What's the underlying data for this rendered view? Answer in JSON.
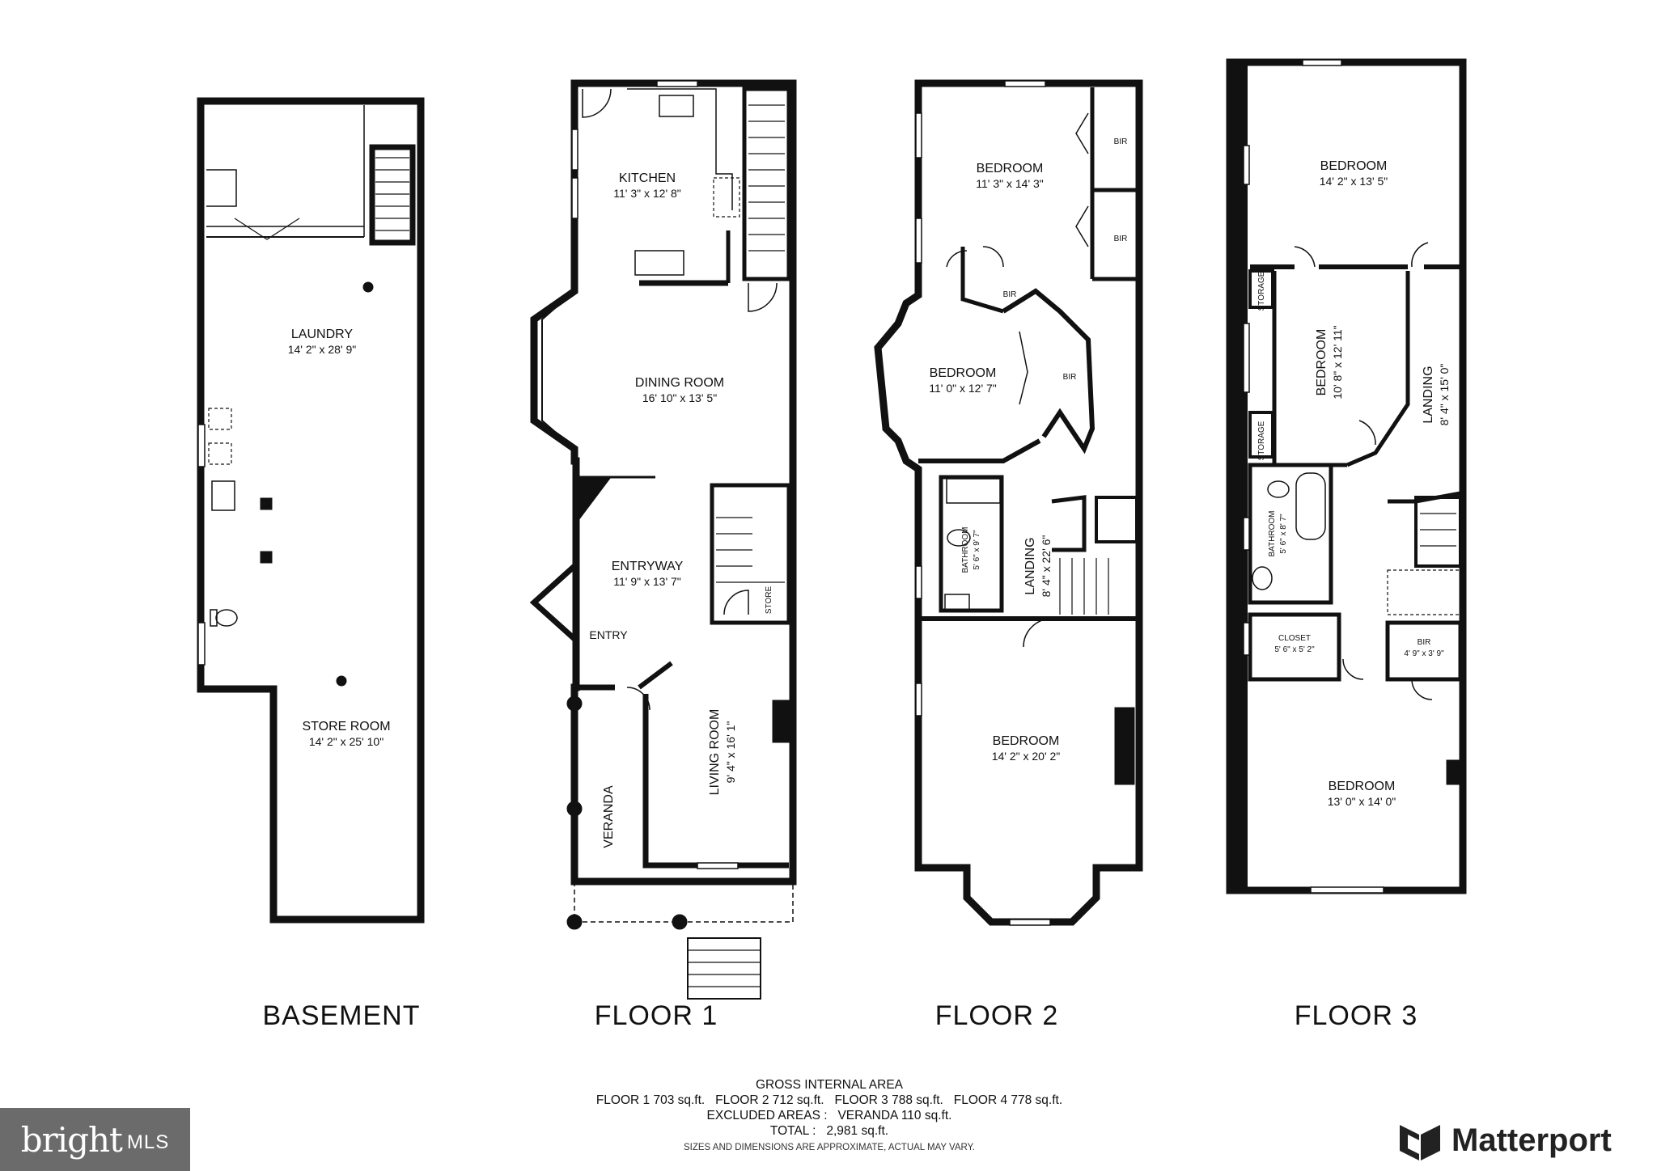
{
  "floors": [
    {
      "label": "BASEMENT"
    },
    {
      "label": "FLOOR 1"
    },
    {
      "label": "FLOOR 2"
    },
    {
      "label": "FLOOR 3"
    }
  ],
  "rooms": {
    "basement": {
      "laundry": {
        "name": "LAUNDRY",
        "dims": "14' 2\" x 28' 9\""
      },
      "store_room": {
        "name": "STORE ROOM",
        "dims": "14' 2\" x 25' 10\""
      }
    },
    "floor1": {
      "kitchen": {
        "name": "KITCHEN",
        "dims": "11' 3\" x 12' 8\""
      },
      "dining_room": {
        "name": "DINING ROOM",
        "dims": "16' 10\" x 13' 5\""
      },
      "entryway": {
        "name": "ENTRYWAY",
        "dims": "11' 9\" x 13' 7\""
      },
      "entry": {
        "name": "ENTRY"
      },
      "store": {
        "name": "STORE"
      },
      "living_room": {
        "name": "LIVING ROOM",
        "dims": "9' 4\" x 16' 1\""
      },
      "veranda": {
        "name": "VERANDA"
      }
    },
    "floor2": {
      "bedroom_top": {
        "name": "BEDROOM",
        "dims": "11' 3\" x 14' 3\""
      },
      "bir_1": {
        "name": "BIR"
      },
      "bir_2": {
        "name": "BIR"
      },
      "bir_3": {
        "name": "BIR"
      },
      "bir_4": {
        "name": "BIR"
      },
      "bedroom_mid": {
        "name": "BEDROOM",
        "dims": "11' 0\" x 12' 7\""
      },
      "bathroom": {
        "name": "BATHROOM",
        "dims": "5' 6\" x 9' 7\""
      },
      "landing": {
        "name": "LANDING",
        "dims": "8' 4\" x 22' 6\""
      },
      "bedroom_bottom": {
        "name": "BEDROOM",
        "dims": "14' 2\" x 20' 2\""
      }
    },
    "floor3": {
      "bedroom_top": {
        "name": "BEDROOM",
        "dims": "14' 2\" x 13' 5\""
      },
      "storage_1": {
        "name": "STORAGE"
      },
      "storage_2": {
        "name": "STORAGE"
      },
      "bedroom_mid": {
        "name": "BEDROOM",
        "dims": "10' 8\" x 12' 11\""
      },
      "landing": {
        "name": "LANDING",
        "dims": "8' 4\" x 15' 0\""
      },
      "bathroom": {
        "name": "BATHROOM",
        "dims": "5' 6\" x 8' 7\""
      },
      "closet": {
        "name": "CLOSET",
        "dims": "5' 6\" x 5' 2\""
      },
      "bir": {
        "name": "BIR",
        "dims": "4' 9\" x 3' 9\""
      },
      "bedroom_bottom": {
        "name": "BEDROOM",
        "dims": "13' 0\" x 14' 0\""
      }
    }
  },
  "area_info": {
    "title": "GROSS INTERNAL AREA",
    "floors_line": "FLOOR 1 703 sq.ft.   FLOOR 2 712 sq.ft.   FLOOR 3 788 sq.ft.   FLOOR 4 778 sq.ft.",
    "excluded_line": "EXCLUDED AREAS :   VERANDA 110 sq.ft.",
    "total_line": "TOTAL :   2,981 sq.ft.",
    "disclaimer": "SIZES AND DIMENSIONS ARE APPROXIMATE, ACTUAL MAY VARY."
  },
  "logos": {
    "bright_word": "bright",
    "mls_word": "MLS",
    "matterport_word": "Matterport"
  },
  "colors": {
    "wall": "#111111",
    "background": "#ffffff",
    "bright_bg": "#6b6b6b"
  }
}
